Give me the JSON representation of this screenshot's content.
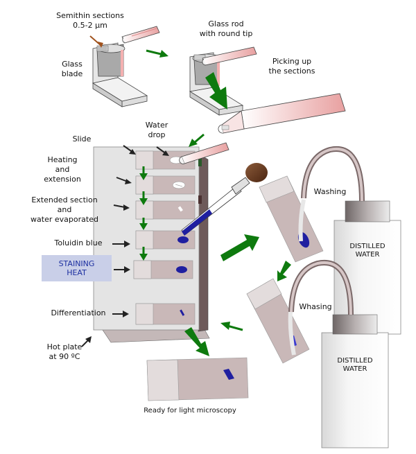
{
  "labels": {
    "sections": [
      "Semithin sections",
      "0.5-2 µm"
    ],
    "glass_blade": [
      "Glass",
      "blade"
    ],
    "glass_rod": [
      "Glass rod",
      "with round tip"
    ],
    "picking_up": [
      "Picking up",
      "the sections"
    ],
    "slide": "Slide",
    "water_drop": [
      "Water",
      "drop"
    ],
    "heating": [
      "Heating",
      "and",
      "extension"
    ],
    "extended": [
      "Extended section",
      "and",
      "water evaporated"
    ],
    "toluidin": "Toluidin blue",
    "staining_heat": [
      "STAINING",
      "HEAT"
    ],
    "differentiation": "Differentiation",
    "hot_plate": [
      "Hot plate",
      "at 90 ºC"
    ],
    "washing": "Washing",
    "whasing": "Whasing",
    "bottle": [
      "DISTILLED",
      "WATER"
    ],
    "ready": "Ready for light microscopy"
  },
  "colors": {
    "arrow_green": "#0e7a0e",
    "arrow_black": "#222222",
    "stain_blue": "#1f1fa0",
    "slide_pink": "#c9b8b8",
    "rod_pink": "#f1b8b8",
    "staining_box": "#c9cfe8",
    "staining_text": "#1c2fa0"
  }
}
